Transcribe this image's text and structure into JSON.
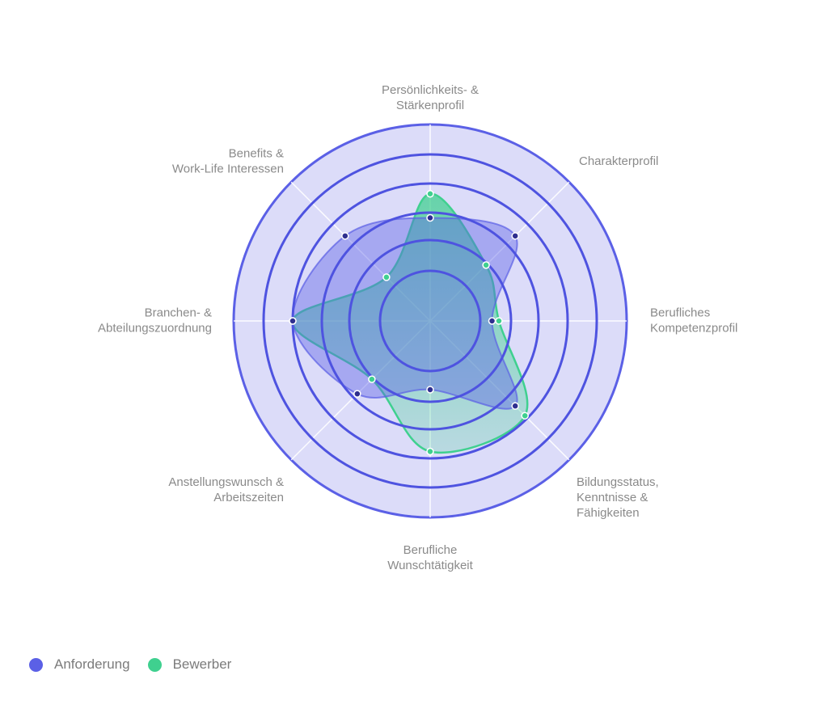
{
  "chart_data": {
    "type": "radar",
    "title": "",
    "categories": [
      [
        "Persönlichkeits- &",
        "Stärkenprofil"
      ],
      [
        "Charakterprofil"
      ],
      [
        "Berufliches",
        "Kompetenzprofil"
      ],
      [
        "Bildungsstatus,",
        "Kenntnisse &",
        "Fähigkeiten"
      ],
      [
        "Berufliche",
        "Wunschtätigkeit"
      ],
      [
        "Anstellungswunsch &",
        "Arbeitszeiten"
      ],
      [
        "Branchen- &",
        "Abteilungszuordnung"
      ],
      [
        "Benefits &",
        "Work-Life Interessen"
      ]
    ],
    "rlim": [
      0,
      4
    ],
    "series": [
      {
        "name": "Anforderung",
        "values": [
          3,
          3.5,
          1.8,
          3.5,
          2,
          3,
          4,
          3.5
        ],
        "color": "#5b60e6"
      },
      {
        "name": "Bewerber",
        "values": [
          3.7,
          2.3,
          2,
          3.9,
          3.8,
          2.4,
          4,
          1.8
        ],
        "color": "#3fd08f"
      }
    ],
    "legend_position": "bottom-left"
  },
  "legend": {
    "items": [
      {
        "label": "Anforderung",
        "color": "#5b60e6"
      },
      {
        "label": "Bewerber",
        "color": "#3fd08f"
      }
    ]
  }
}
